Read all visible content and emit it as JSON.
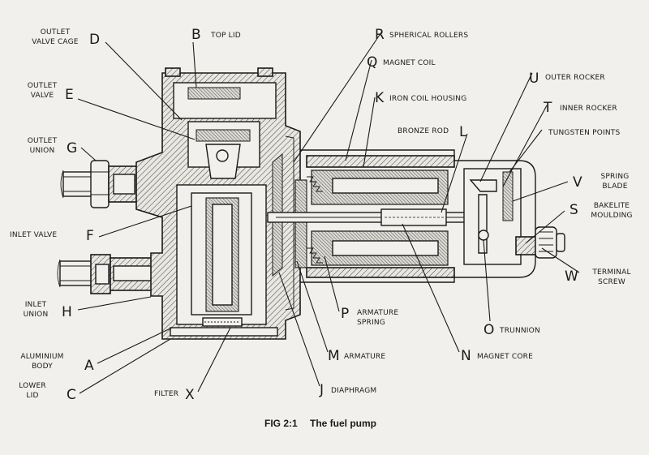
{
  "labels": {
    "D": {
      "letter": "D",
      "text": [
        "OUTLET",
        "VALVE CAGE"
      ]
    },
    "E": {
      "letter": "E",
      "text": [
        "OUTLET",
        "VALVE"
      ]
    },
    "G": {
      "letter": "G",
      "text": [
        "OUTLET",
        "UNION"
      ]
    },
    "F": {
      "letter": "F",
      "text": [
        "INLET VALVE"
      ]
    },
    "H": {
      "letter": "H",
      "text": [
        "INLET",
        "UNION"
      ]
    },
    "A": {
      "letter": "A",
      "text": [
        "ALUMINIUM",
        "BODY"
      ]
    },
    "C": {
      "letter": "C",
      "text": [
        "LOWER",
        "LID"
      ]
    },
    "X": {
      "letter": "X",
      "text": [
        "FILTER"
      ]
    },
    "B": {
      "letter": "B",
      "text": [
        "TOP LID"
      ]
    },
    "R": {
      "letter": "R",
      "text": [
        "SPHERICAL ROLLERS"
      ]
    },
    "Q": {
      "letter": "Q",
      "text": [
        "MAGNET COIL"
      ]
    },
    "K": {
      "letter": "K",
      "text": [
        "IRON COIL HOUSING"
      ]
    },
    "L": {
      "letter": "L",
      "text": [
        "BRONZE ROD"
      ]
    },
    "U": {
      "letter": "U",
      "text": [
        "OUTER ROCKER"
      ]
    },
    "T": {
      "letter": "T",
      "text": [
        "INNER ROCKER"
      ]
    },
    "TP": {
      "letter": "",
      "text": [
        "TUNGSTEN POINTS"
      ]
    },
    "V": {
      "letter": "V",
      "text": [
        "SPRING",
        "BLADE"
      ]
    },
    "S": {
      "letter": "S",
      "text": [
        "BAKELITE",
        "MOULDING"
      ]
    },
    "W": {
      "letter": "W",
      "text": [
        "TERMINAL",
        "SCREW"
      ]
    },
    "P": {
      "letter": "P",
      "text": [
        "ARMATURE",
        "SPRING"
      ]
    },
    "O": {
      "letter": "O",
      "text": [
        "TRUNNION"
      ]
    },
    "M": {
      "letter": "M",
      "text": [
        "ARMATURE"
      ]
    },
    "N": {
      "letter": "N",
      "text": [
        "MAGNET CORE"
      ]
    },
    "J": {
      "letter": "J",
      "text": [
        "DIAPHRAGM"
      ]
    }
  },
  "caption": {
    "fig": "FIG 2:1",
    "title": "The fuel pump"
  }
}
